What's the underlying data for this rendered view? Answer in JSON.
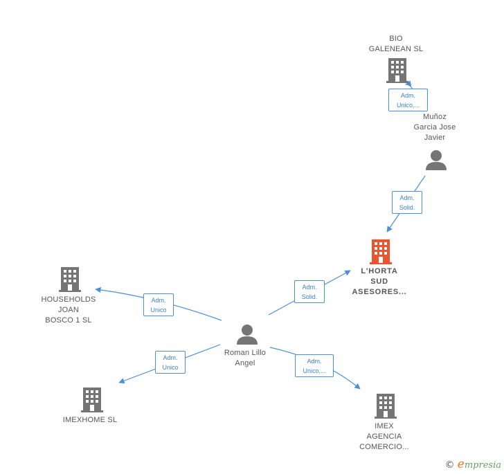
{
  "nodes": {
    "bio_galenean": {
      "label": "BIO\nGALENEAN  SL",
      "type": "company"
    },
    "munoz": {
      "label": "Muñoz\nGarcia Jose\nJavier",
      "type": "person"
    },
    "lhorta": {
      "label": "L'HORTA\nSUD\nASESORES...",
      "type": "company-focus"
    },
    "households": {
      "label": "HOUSEHOLDS\nJOAN\nBOSCO 1  SL",
      "type": "company"
    },
    "roman": {
      "label": "Roman Lillo\nAngel",
      "type": "person"
    },
    "imexhome": {
      "label": "IMEXHOME  SL",
      "type": "company"
    },
    "imex_agencia": {
      "label": "IMEX\nAGENCIA\nCOMERCIO...",
      "type": "company"
    }
  },
  "edges": {
    "munoz_bio": "Adm.\nUnico,...",
    "munoz_lhorta": "Adm.\nSolid.",
    "roman_lhorta": "Adm.\nSolid.",
    "roman_households": "Adm.\nUnico",
    "roman_imexhome": "Adm.\nUnico",
    "roman_imex_agencia": "Adm.\nUnico,..."
  },
  "colors": {
    "company": "#757575",
    "focus": "#e8552e",
    "person": "#757575",
    "edge": "#4a8fd9"
  },
  "footer": {
    "copyright": "©",
    "brand_initial": "e",
    "brand_rest": "mpresia"
  }
}
